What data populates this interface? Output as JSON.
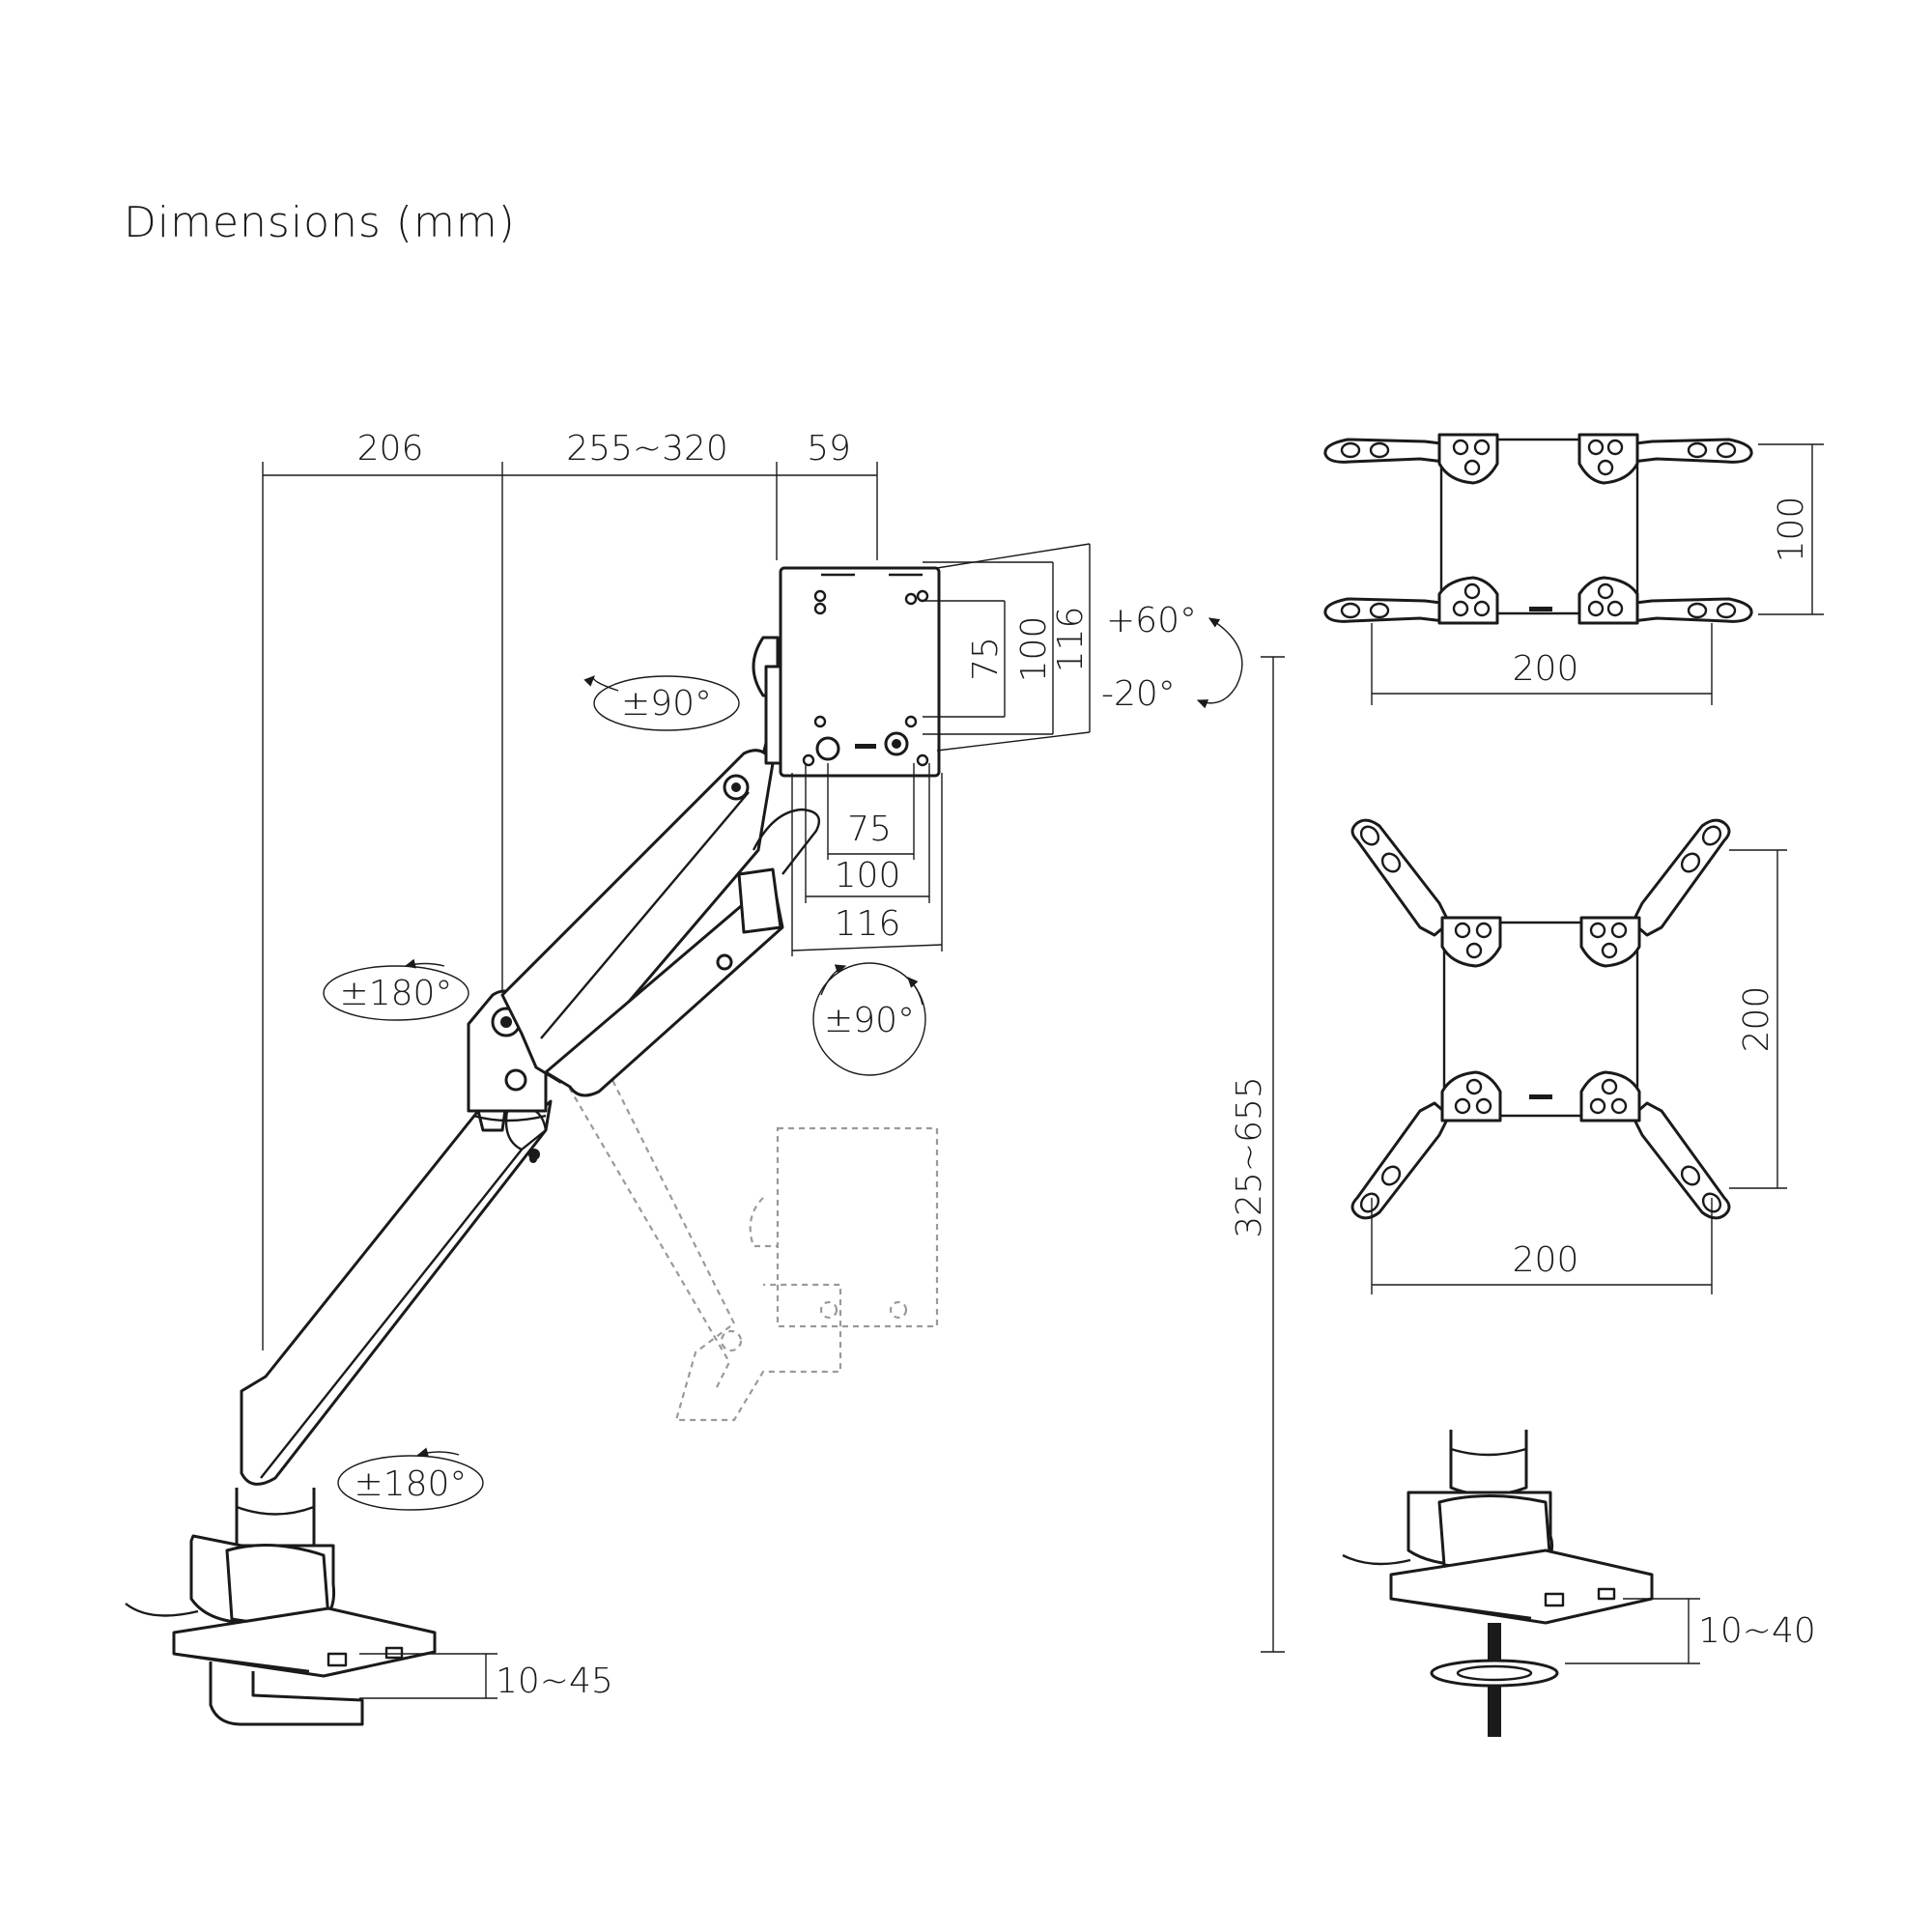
{
  "title": "Dimensions (mm)",
  "arm_view": {
    "top_dims": [
      "206",
      "255~320",
      "59"
    ],
    "plate_dims_horizontal": [
      "75",
      "100",
      "116"
    ],
    "plate_dims_vertical": [
      "75",
      "100",
      "116"
    ],
    "tilt_up": "+60°",
    "tilt_down": "-20°",
    "head_swivel": "±90°",
    "rotation": "±90°",
    "elbow_swivel": "±180°",
    "base_swivel": "±180°",
    "clamp_range": "10~45",
    "height_range": "325~655"
  },
  "adapter_square": {
    "height": "100",
    "width": "200"
  },
  "adapter_diagonal": {
    "height": "200",
    "width": "200"
  },
  "grommet_view": {
    "range": "10~40"
  }
}
